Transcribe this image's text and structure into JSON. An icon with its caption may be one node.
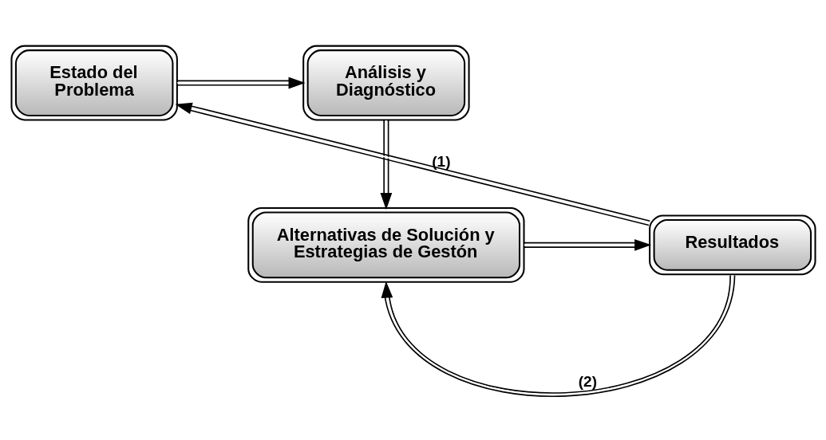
{
  "diagram": {
    "nodes": [
      {
        "text": [
          "Estado del Problema"
        ]
      },
      {
        "text": [
          "Análisis y Diagnóstico"
        ]
      },
      {
        "text": [
          "Alternativas de Solución y Estrategias de Gestón"
        ]
      },
      {
        "text": [
          "Resultados"
        ]
      }
    ],
    "edges": [
      {
        "from": 0,
        "to": 1,
        "arrow": "to"
      },
      {
        "from": 1,
        "to": 2,
        "arrow": "to"
      },
      {
        "from": 2,
        "to": 3,
        "arrow": "to"
      },
      {
        "from": 3,
        "to": 2,
        "arrow": "to",
        "label": "(2)"
      },
      {
        "from": 3,
        "to": 0,
        "arrow": "to",
        "label": "(1)"
      }
    ]
  }
}
